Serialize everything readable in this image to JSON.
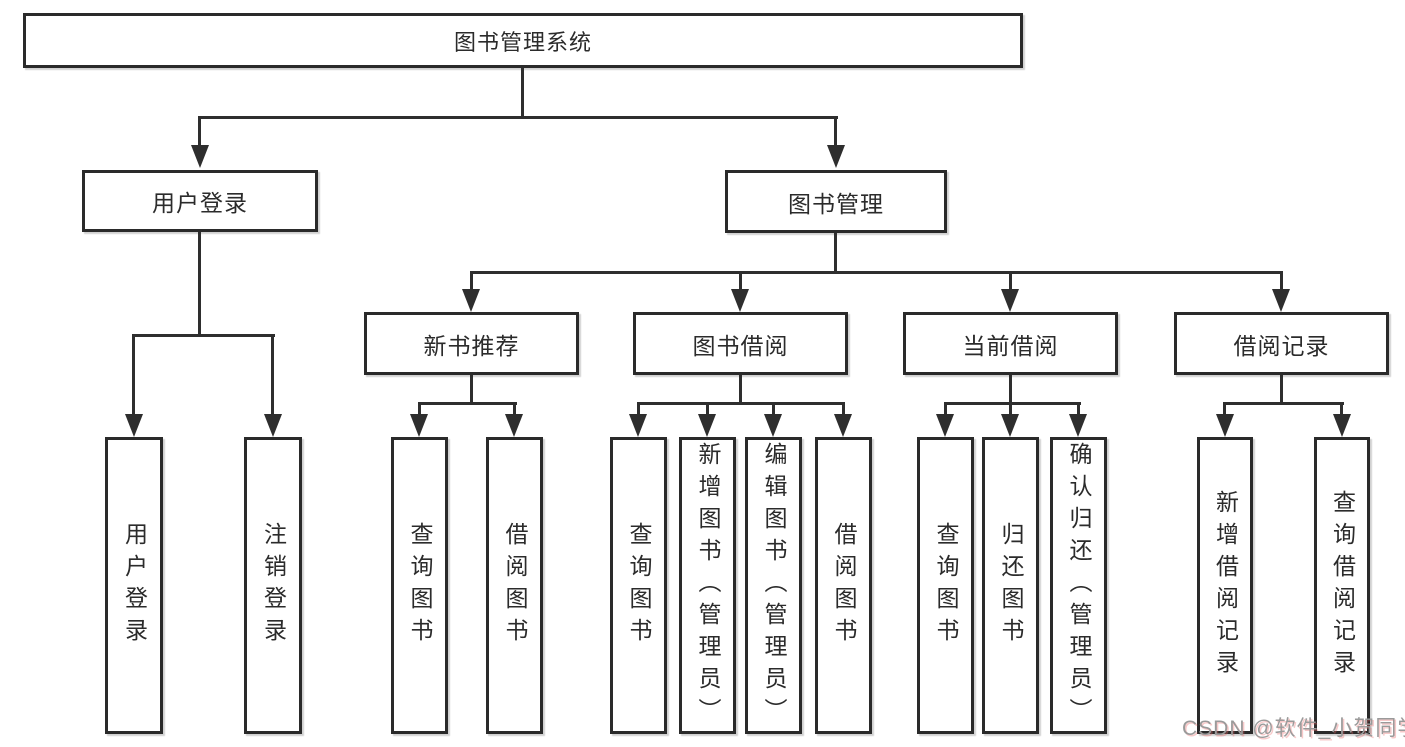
{
  "diagram": {
    "root": {
      "label": "图书管理系统"
    },
    "level2": [
      {
        "label": "用户登录"
      },
      {
        "label": "图书管理"
      }
    ],
    "level3": [
      {
        "label": "新书推荐"
      },
      {
        "label": "图书借阅"
      },
      {
        "label": "当前借阅"
      },
      {
        "label": "借阅记录"
      }
    ],
    "leaf_groups": [
      [
        "用户登录",
        "注销登录"
      ],
      [
        "查询图书",
        "借阅图书"
      ],
      [
        "查询图书",
        "新增图书（管理员）",
        "编辑图书（管理员）",
        "借阅图书"
      ],
      [
        "查询图书",
        "归还图书",
        "确认归还（管理员）"
      ],
      [
        "新增借阅记录",
        "查询借阅记录"
      ]
    ]
  },
  "watermark": {
    "text": "CSDN @软件_小贺同学"
  },
  "colors": {
    "line": "#2e2e2e",
    "box_border": "#2a2a2a",
    "text": "#2b2b2b",
    "background": "#ffffff",
    "watermark": "#9a9a9a",
    "watermark_shadow": "#e76565"
  }
}
